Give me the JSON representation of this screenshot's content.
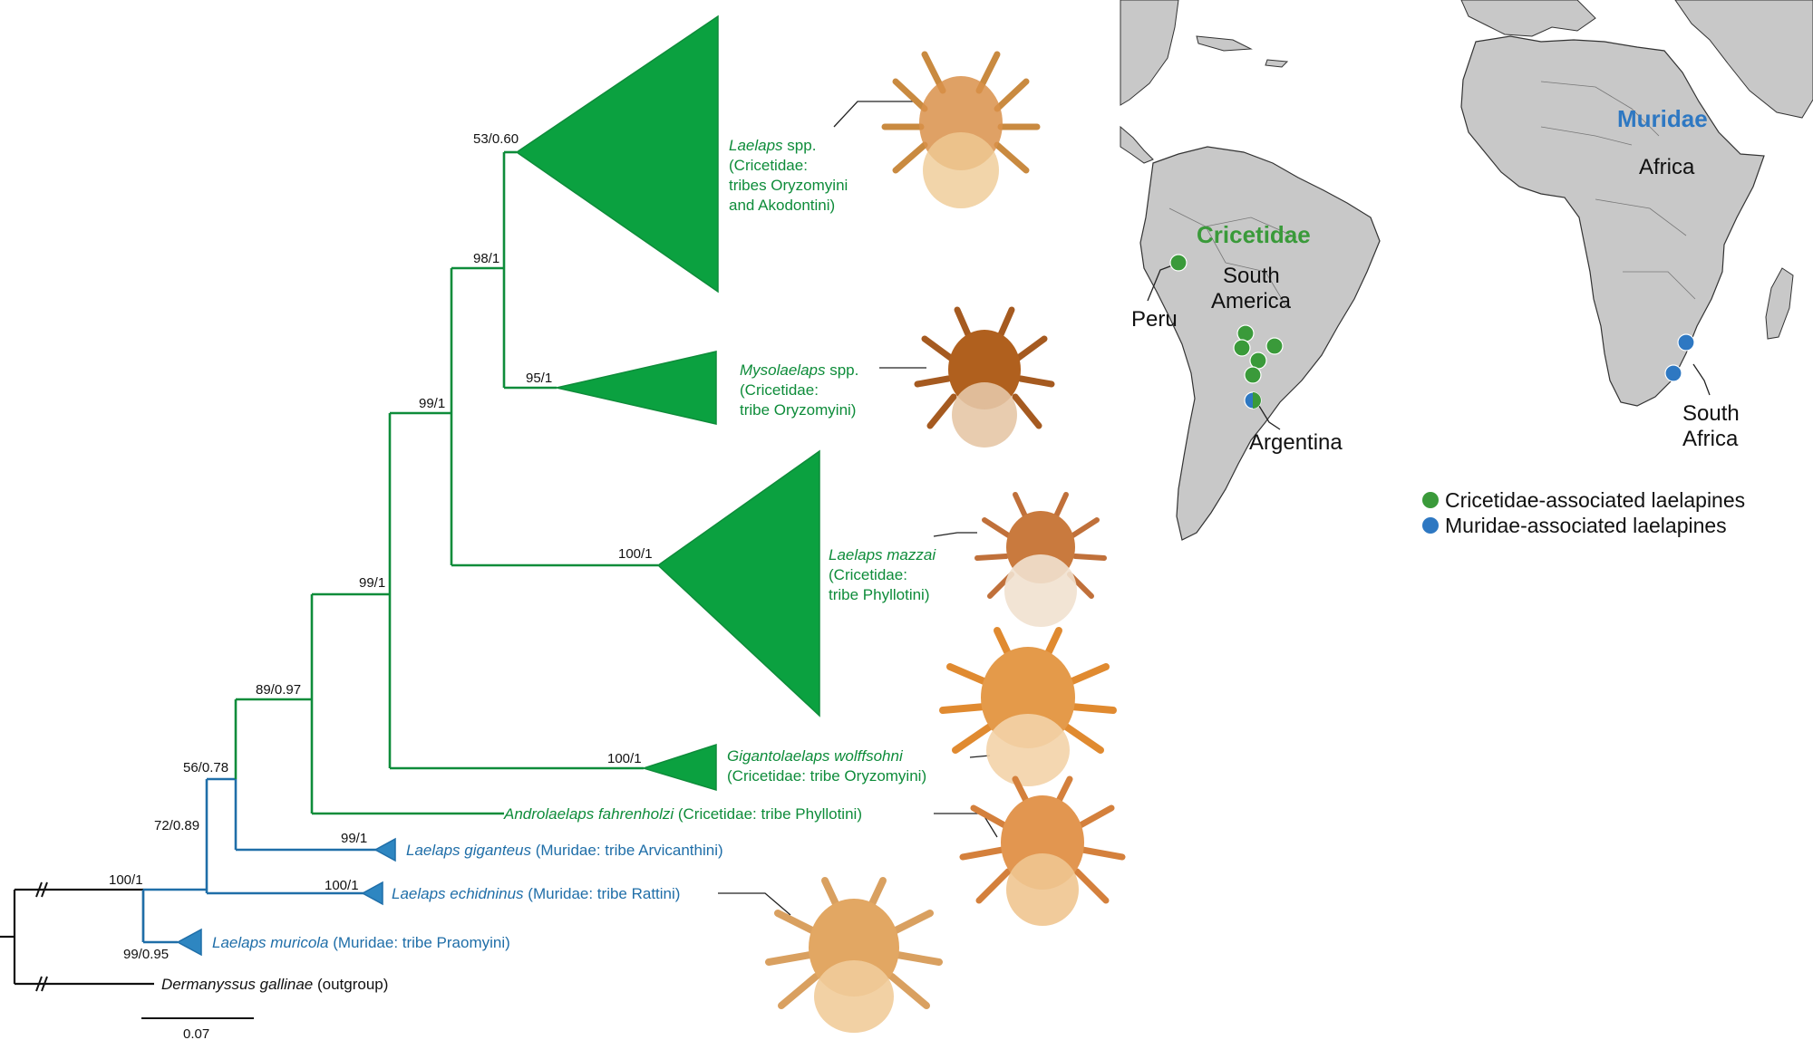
{
  "colors": {
    "cricetidae": "#0E8C3A",
    "cricetidae_fill": "#0BA140",
    "muridae": "#1F6EA8",
    "muridae_fill": "#2E86C1",
    "outgroup": "#111111",
    "land": "#C8C8C8",
    "coast": "#333333",
    "ocean": "#FFFFFF",
    "dot_green": "#3A9A3A",
    "dot_blue": "#2E78C2",
    "mite": "#D9904A"
  },
  "tree": {
    "nodes": {
      "n53": "53/0.60",
      "n98": "98/1",
      "n95": "95/1",
      "n99a": "99/1",
      "n100a": "100/1",
      "n99b": "99/1",
      "n100b": "100/1",
      "n89": "89/0.97",
      "n56": "56/0.78",
      "n99c": "99/1",
      "n72": "72/0.89",
      "n100c": "100/1",
      "n100d": "100/1",
      "n99d": "99/0.95"
    },
    "tips": {
      "laelaps_spp": {
        "genus": "Laelaps",
        "rest": " spp.",
        "line2": "(Cricetidae:",
        "line3": "tribes Oryzomyini",
        "line4": "and Akodontini)"
      },
      "mysolaelaps": {
        "genus": "Mysolaelaps",
        "rest": " spp.",
        "line2": "(Cricetidae:",
        "line3": "tribe Oryzomyini)"
      },
      "mazzai": {
        "genus": "Laelaps mazzai",
        "line2": "(Cricetidae:",
        "line3": "tribe Phyllotini)"
      },
      "gigantolaelaps": {
        "genus": "Gigantolaelaps wolffsohni",
        "line2": "(Cricetidae: tribe Oryzomyini)"
      },
      "androlaelaps": {
        "genus": "Androlaelaps fahrenholzi",
        "rest": " (Cricetidae: tribe Phyllotini)"
      },
      "giganteus": {
        "genus": "Laelaps giganteus",
        "rest": " (Muridae: tribe Arvicanthini)"
      },
      "echidninus": {
        "genus": "Laelaps echidninus",
        "rest": " (Muridae: tribe Rattini)"
      },
      "muricola": {
        "genus": "Laelaps muricola",
        "rest": " (Muridae: tribe Praomyini)"
      },
      "dermanyssus": {
        "genus": "Dermanyssus gallinae",
        "rest": " (outgroup)"
      }
    },
    "scale_label": "0.07"
  },
  "map": {
    "labels": {
      "cricetidae": "Cricetidae",
      "south_america_1": "South",
      "south_america_2": "America",
      "peru": "Peru",
      "argentina": "Argentina",
      "muridae": "Muridae",
      "africa": "Africa",
      "south_africa_1": "South",
      "south_africa_2": "Africa"
    },
    "legend": [
      {
        "label": "Cricetidae-associated laelapines",
        "color": "#3A9A3A"
      },
      {
        "label": "Muridae-associated laelapines",
        "color": "#2E78C2"
      }
    ]
  }
}
